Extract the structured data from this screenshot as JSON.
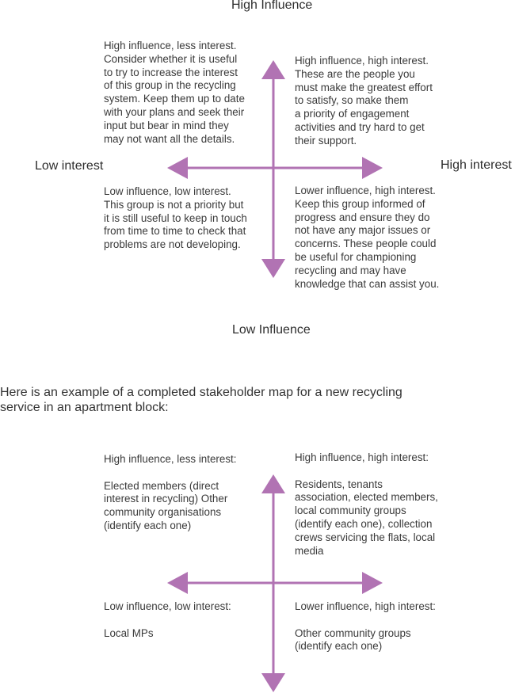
{
  "diagram1": {
    "top_label": "High Influence",
    "bottom_label": "Low Influence",
    "left_label": "Low interest",
    "right_label": "High interest",
    "quadrants": {
      "top_left": "High influence, less interest.\nConsider whether it is useful\nto try to increase the interest\nof this group in the recycling\nsystem. Keep them up to date\nwith your plans and seek their\ninput but bear in mind they\nmay not want all the details.",
      "top_right": "High influence, high interest.\nThese are the people you\nmust make the greatest effort\nto satisfy, so make them\na priority of engagement\nactivities and try hard to get\ntheir support.",
      "bottom_left": "Low influence, low interest.\nThis group is not a priority but\nit is still useful to keep in touch\nfrom time to time to check that\nproblems are not developing.",
      "bottom_right": "Lower influence, high interest.\nKeep this group informed of\nprogress and ensure they do\nnot have any major issues or\nconcerns. These people could\nbe useful for championing\nrecycling and may have\nknowledge that can assist you."
    }
  },
  "intro_text": "Here is an example of a completed stakeholder map for a new recycling service in an apartment block:",
  "diagram2": {
    "quadrants": {
      "top_left": "High influence, less interest:\n\nElected members (direct\ninterest in recycling) Other\ncommunity organisations\n(identify each one)",
      "top_right": "High influence, high interest:\n\nResidents, tenants\nassociation, elected members,\nlocal community groups\n(identify each one), collection\ncrews servicing the flats, local\nmedia",
      "bottom_left": "Low influence, low interest:\n\nLocal MPs",
      "bottom_right": "Lower influence, high interest:\n\nOther community groups\n(identify each one)"
    }
  },
  "colors": {
    "arrow": "#b173b3",
    "text": "#3a3a3a"
  }
}
